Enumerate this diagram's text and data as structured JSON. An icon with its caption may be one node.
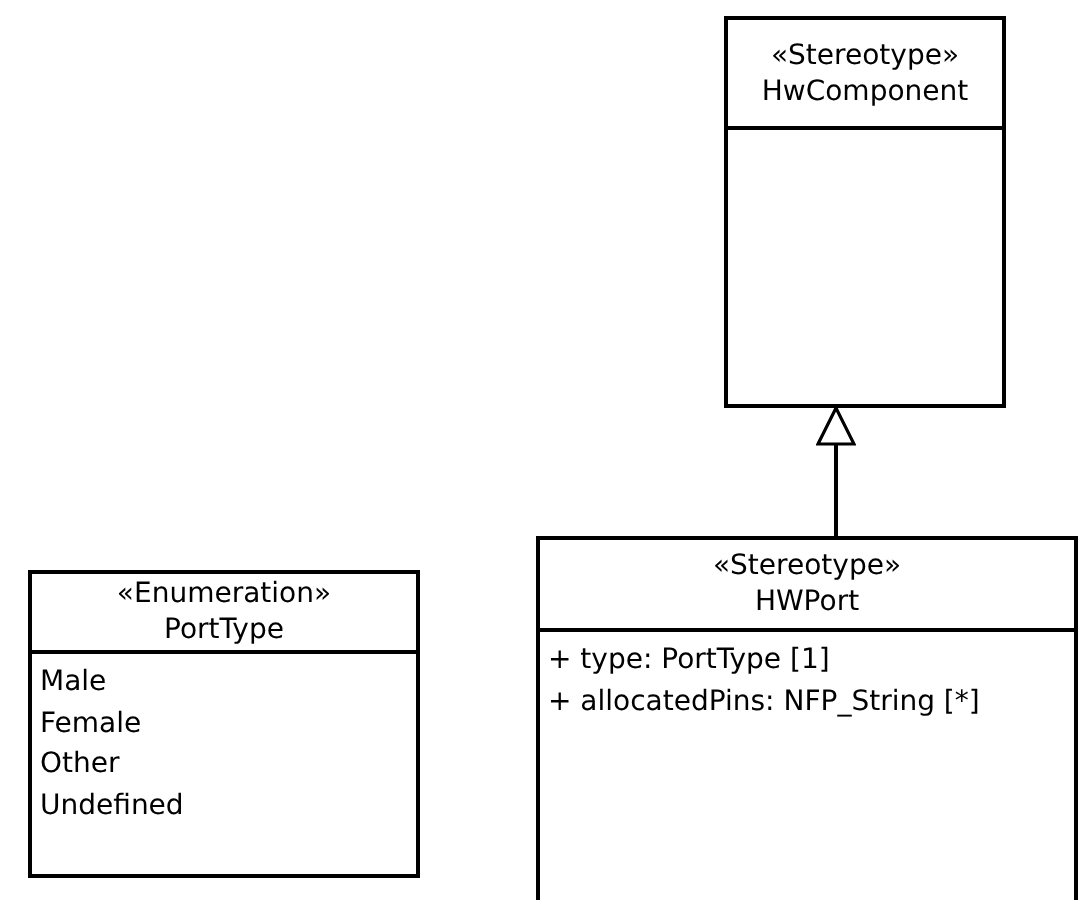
{
  "diagram": {
    "nodes": [
      {
        "text": [
          "«Stereotype»",
          "HwComponent"
        ]
      },
      {
        "text": [
          "«Stereotype»",
          "HWPort",
          "+ type: PortType [1]",
          "+ allocatedPins: NFP_String [*]"
        ]
      },
      {
        "text": [
          "«Enumeration»",
          "PortType",
          "Male",
          "Female",
          "Other",
          "Undefined"
        ]
      }
    ],
    "edges": [
      {
        "from": 1,
        "to": 0,
        "arrow": "to"
      }
    ]
  }
}
